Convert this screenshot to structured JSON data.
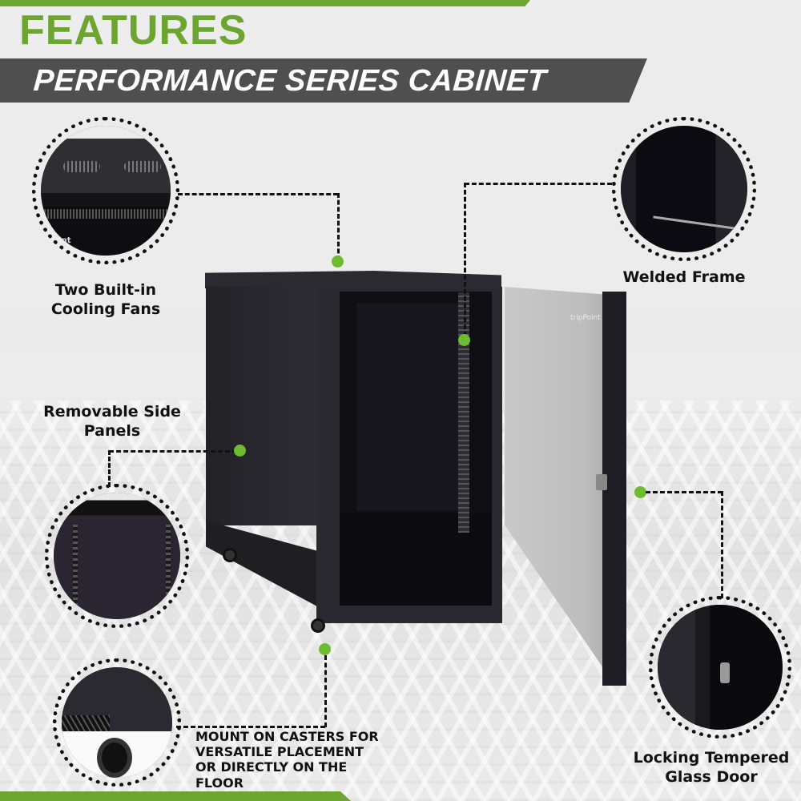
{
  "header": {
    "title": "FEATURES",
    "subtitle": "PERFORMANCE SERIES CABINET"
  },
  "colors": {
    "accent_green": "#6da531",
    "marker_green": "#6dbb2e",
    "banner_gray": "#4f4f4f",
    "text_dark": "#111111",
    "background": "#ececec"
  },
  "callouts": [
    {
      "id": "cooling-fans",
      "label_line1": "Two Built-in",
      "label_line2": "Cooling Fans",
      "brand_mark": "Point"
    },
    {
      "id": "welded-frame",
      "label_line1": "Welded Frame"
    },
    {
      "id": "side-panels",
      "label_line1": "Removable Side",
      "label_line2": "Panels"
    },
    {
      "id": "casters",
      "label_lines": [
        "MOUNT ON CASTERS FOR",
        "VERSATILE PLACEMENT",
        "OR DIRECTLY ON THE",
        "FLOOR"
      ]
    },
    {
      "id": "glass-door",
      "label_line1": "Locking Tempered",
      "label_line2": "Glass Door"
    }
  ],
  "product": {
    "door_logo": "tripPoint"
  }
}
